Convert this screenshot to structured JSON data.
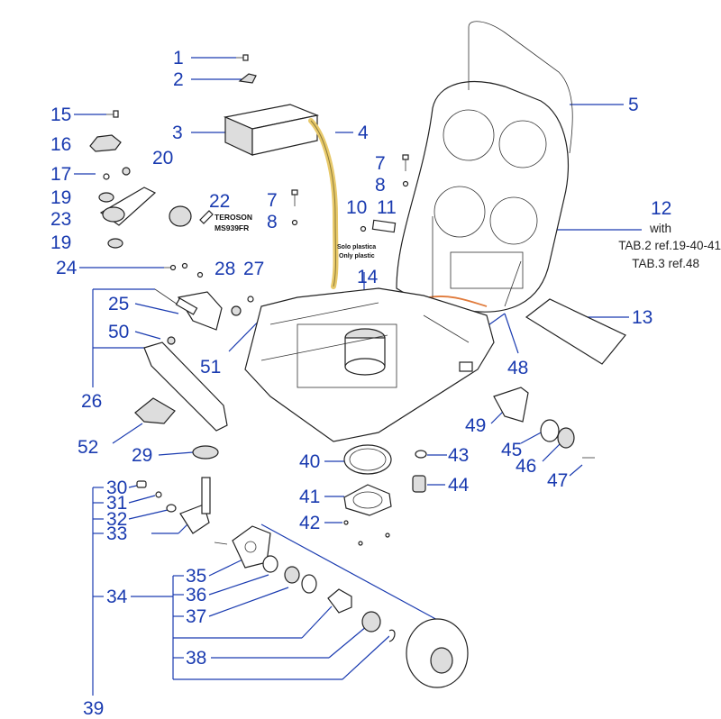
{
  "labels": {
    "p1": "1",
    "p2": "2",
    "p3": "3",
    "p4": "4",
    "p5": "5",
    "p7a": "7",
    "p7b": "7",
    "p8a": "8",
    "p8b": "8",
    "p10": "10",
    "p11": "11",
    "p12": "12",
    "p13": "13",
    "p14": "14",
    "p15": "15",
    "p16": "16",
    "p17": "17",
    "p19a": "19",
    "p19b": "19",
    "p20": "20",
    "p22": "22",
    "p23": "23",
    "p24": "24",
    "p25": "25",
    "p26": "26",
    "p27": "27",
    "p28": "28",
    "p29": "29",
    "p30": "30",
    "p31": "31",
    "p32": "32",
    "p33": "33",
    "p34": "34",
    "p35": "35",
    "p36": "36",
    "p37": "37",
    "p38": "38",
    "p39": "39",
    "p40": "40",
    "p41": "41",
    "p42": "42",
    "p43": "43",
    "p44": "44",
    "p45": "45",
    "p46": "46",
    "p47": "47",
    "p48": "48",
    "p49": "49",
    "p50": "50",
    "p51": "51",
    "p52": "52"
  },
  "notes": {
    "p12_line1": "with",
    "p12_line2": "TAB.2 ref.19-40-41",
    "p12_line3": "TAB.3 ref.48",
    "solo_plastica": "Solo plastica",
    "only_plastic": "Only plastic",
    "teroson": "TEROSON",
    "teroson_code": "MS939FR"
  },
  "colors": {
    "label_blue": "#1a3bb0",
    "hose_yellow": "#e8c96a",
    "wire_orange": "#e07a3a"
  }
}
